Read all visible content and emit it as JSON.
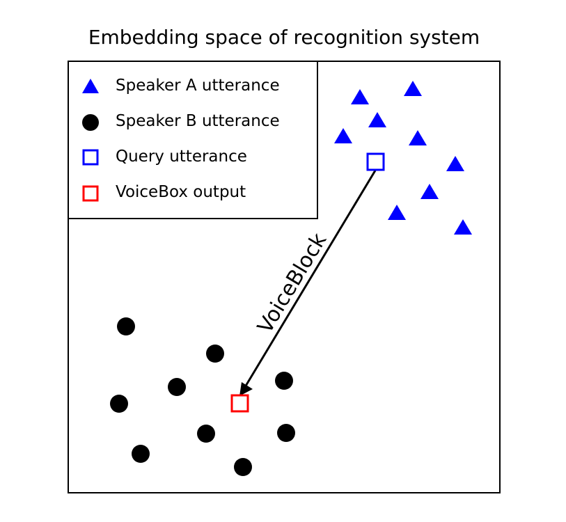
{
  "title": "Embedding space of recognition system",
  "legend": {
    "items": [
      {
        "label": "Speaker A utterance",
        "marker": "triangle",
        "color": "#0000ff"
      },
      {
        "label": "Speaker B utterance",
        "marker": "circle",
        "color": "#000000"
      },
      {
        "label": "Query utterance",
        "marker": "square-outline",
        "color": "#0000ff"
      },
      {
        "label": "VoiceBox output",
        "marker": "square-outline",
        "color": "#ff0000"
      }
    ]
  },
  "arrow_label": "VoiceBlock",
  "colors": {
    "speaker_a": "#0000ff",
    "speaker_b": "#000000",
    "query": "#0000ff",
    "voicebox_output": "#ff0000"
  }
}
